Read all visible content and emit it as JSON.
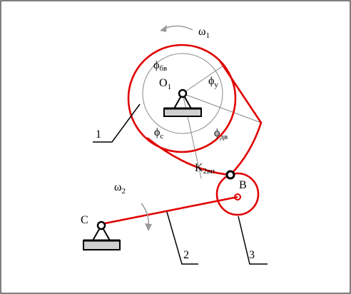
{
  "diagram": {
    "colors": {
      "mechanism": "#e00000",
      "outline": "#000000",
      "helper_circle": "#909090",
      "ground_fill": "#d0d0d0",
      "arrow": "#9a9a9a"
    },
    "labels": {
      "omega1_base": "ω",
      "omega1_sub": "1",
      "omega2_base": "ω",
      "omega2_sub": "2",
      "phi_bv_base": "ϕ",
      "phi_bv_sub": "бв",
      "phi_u_base": "ϕ",
      "phi_u_sub": "у",
      "phi_c_base": "ϕ",
      "phi_c_sub": "с",
      "phi_dv_base": "ϕ",
      "phi_dv_sub": "дв",
      "O1_base": "O",
      "O1_sub": "1",
      "K_base": "K",
      "K_sub": "2вп",
      "B": "B",
      "C": "C",
      "part1": "1",
      "part2": "2",
      "part3": "3"
    }
  }
}
